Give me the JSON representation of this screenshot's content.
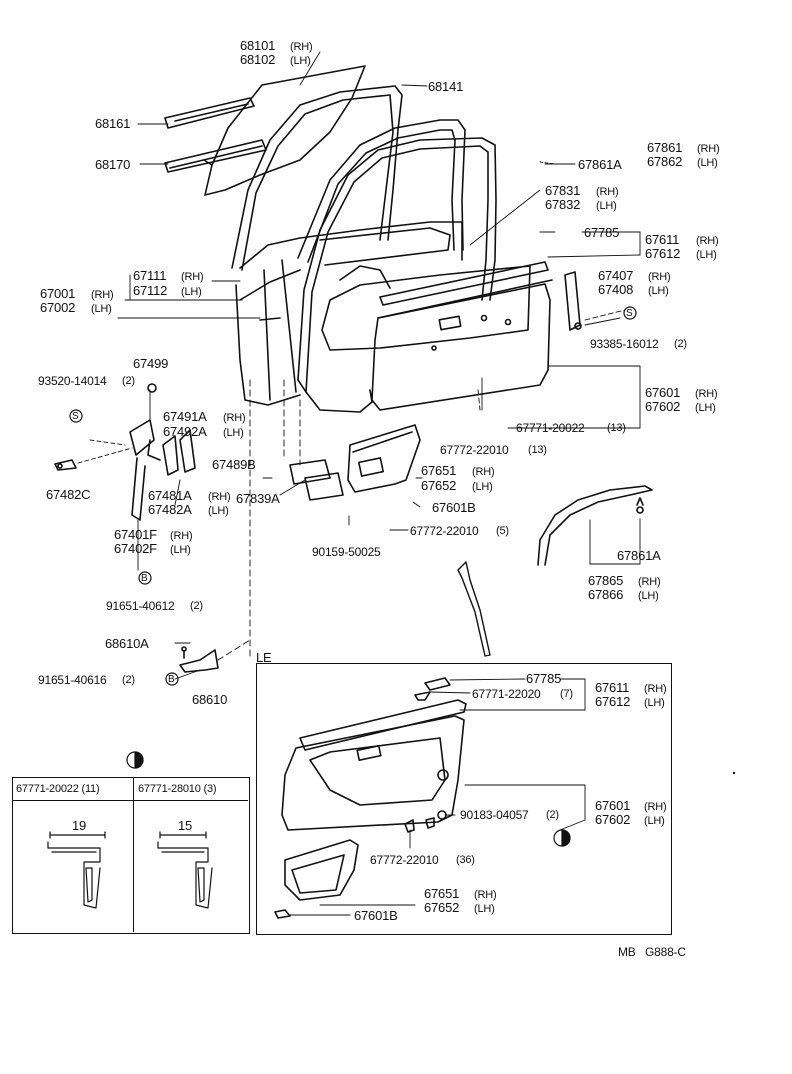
{
  "labels": {
    "p68101": "68101",
    "p68101_side": "(RH)",
    "p68102": "68102",
    "p68102_side": "(LH)",
    "p68141": "68141",
    "p68161": "68161",
    "p68170": "68170",
    "p67861": "67861",
    "p67861_side": "(RH)",
    "p67862": "67862",
    "p67862_side": "(LH)",
    "p67861A_top": "67861A",
    "p67831": "67831",
    "p67831_side": "(RH)",
    "p67832": "67832",
    "p67832_side": "(LH)",
    "p67785_top": "67785",
    "p67611_top": "67611",
    "p67611_top_side": "(RH)",
    "p67612_top": "67612",
    "p67612_top_side": "(LH)",
    "p67111": "67111",
    "p67111_side": "(RH)",
    "p67112": "67112",
    "p67112_side": "(LH)",
    "p67001": "67001",
    "p67001_side": "(RH)",
    "p67002": "67002",
    "p67002_side": "(LH)",
    "p67407": "67407",
    "p67407_side": "(RH)",
    "p67408": "67408",
    "p67408_side": "(LH)",
    "p93385": "93385-16012",
    "p93385_qty": "(2)",
    "p67499": "67499",
    "p93520": "93520-14014",
    "p93520_qty": "(2)",
    "p67601_top": "67601",
    "p67601_top_side": "(RH)",
    "p67602_top": "67602",
    "p67602_top_side": "(LH)",
    "p67491A": "67491A",
    "p67491A_side": "(RH)",
    "p67492A": "67492A",
    "p67492A_side": "(LH)",
    "p67771_20022": "67771-20022",
    "p67771_20022_qty": "(13)",
    "p67772_22010_13": "67772-22010",
    "p67772_22010_13_qty": "(13)",
    "p67482C": "67482C",
    "p67489B": "67489B",
    "p67651_top": "67651",
    "p67651_top_side": "(RH)",
    "p67652_top": "67652",
    "p67652_top_side": "(LH)",
    "p67481A": "67481A",
    "p67481A_side": "(RH)",
    "p67482A": "67482A",
    "p67482A_side": "(LH)",
    "p67839A": "67839A",
    "p67601B_top": "67601B",
    "p67401F": "67401F",
    "p67401F_side": "(RH)",
    "p67402F": "67402F",
    "p67402F_side": "(LH)",
    "p67772_22010_5": "67772-22010",
    "p67772_22010_5_qty": "(5)",
    "p90159": "90159-50025",
    "p67861A_right": "67861A",
    "p67865": "67865",
    "p67865_side": "(RH)",
    "p67866": "67866",
    "p67866_side": "(LH)",
    "p91651_40612": "91651-40612",
    "p91651_40612_qty": "(2)",
    "p68610A": "68610A",
    "p91651_40616": "91651-40616",
    "p91651_40616_qty": "(2)",
    "p68610": "68610",
    "le": "LE",
    "sym_s": "S",
    "sym_b": "B",
    "code": "MB   G888-C"
  },
  "le_box": {
    "p67785": "67785",
    "p67771_22020": "67771-22020",
    "p67771_22020_qty": "(7)",
    "p67611": "67611",
    "p67611_side": "(RH)",
    "p67612": "67612",
    "p67612_side": "(LH)",
    "p90183": "90183-04057",
    "p90183_qty": "(2)",
    "p67601": "67601",
    "p67601_side": "(RH)",
    "p67602": "67602",
    "p67602_side": "(LH)",
    "p67772_22010": "67772-22010",
    "p67772_22010_qty": "(36)",
    "p67651": "67651",
    "p67651_side": "(RH)",
    "p67652": "67652",
    "p67652_side": "(LH)",
    "p67601B": "67601B"
  },
  "clip_table": {
    "col1_header": "67771-20022 (11)",
    "col2_header": "67771-28010 (3)",
    "col1_dim": "19",
    "col2_dim": "15"
  }
}
